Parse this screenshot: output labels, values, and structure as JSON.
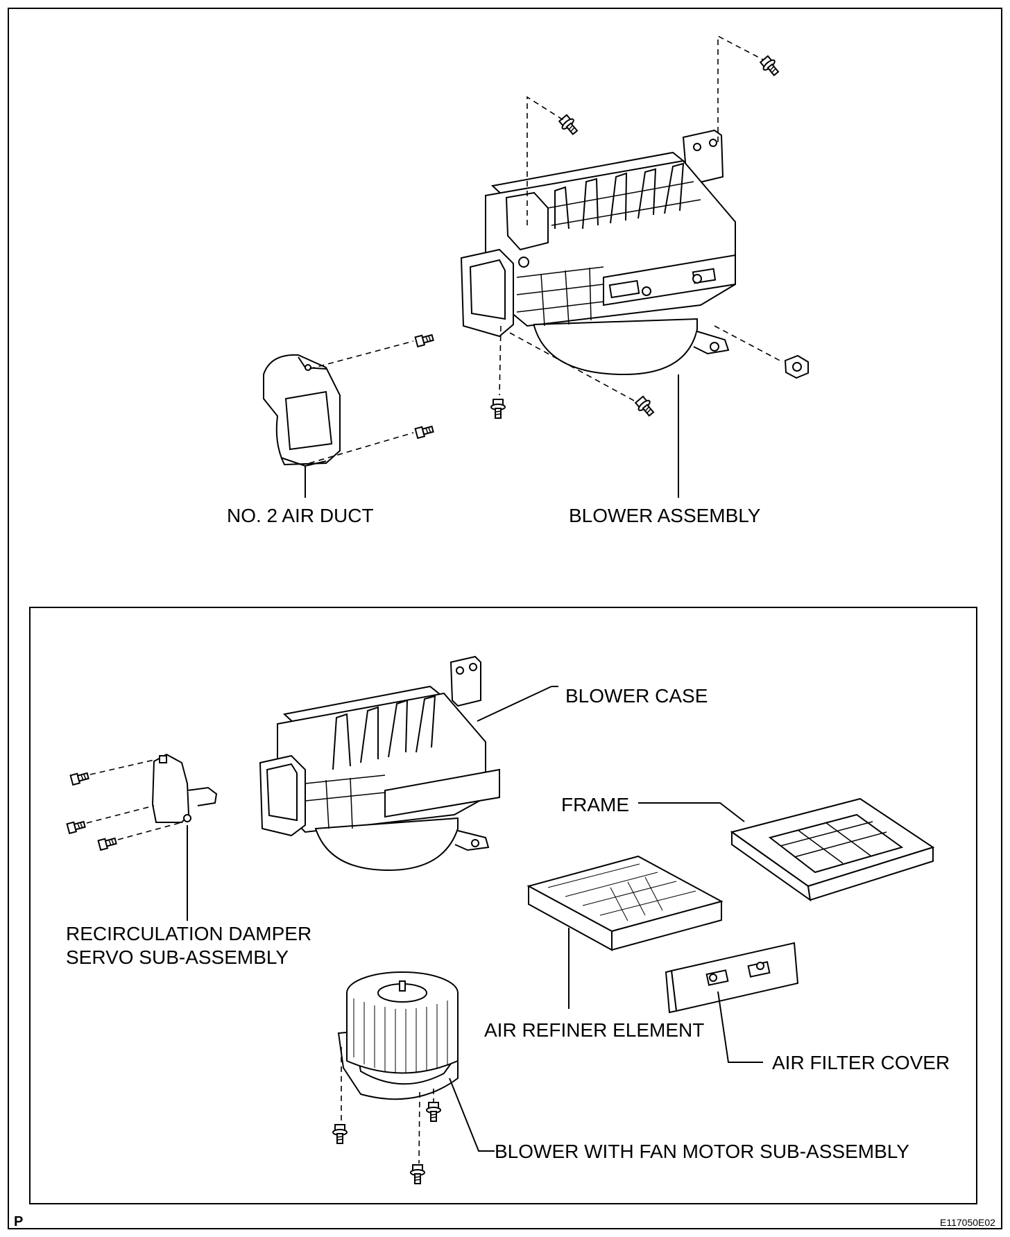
{
  "diagram": {
    "upper": {
      "labels": {
        "air_duct": "NO. 2 AIR DUCT",
        "blower_assembly": "BLOWER ASSEMBLY"
      }
    },
    "lower": {
      "labels": {
        "blower_case": "BLOWER CASE",
        "frame": "FRAME",
        "servo_line1": "RECIRCULATION DAMPER",
        "servo_line2": "SERVO SUB-ASSEMBLY",
        "air_refiner": "AIR REFINER ELEMENT",
        "air_filter_cover": "AIR FILTER COVER",
        "fan_motor": "BLOWER WITH FAN MOTOR SUB-ASSEMBLY"
      }
    },
    "corner_mark": "P",
    "figure_code": "E117050E02"
  }
}
